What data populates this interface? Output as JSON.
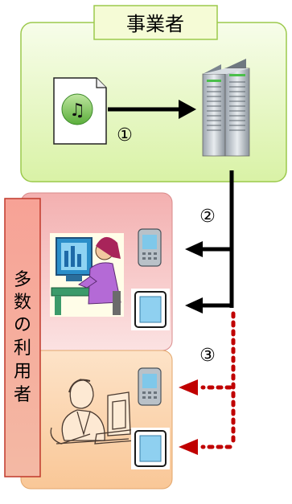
{
  "provider": {
    "label": "事業者"
  },
  "users": {
    "label_chars": [
      "多",
      "数",
      "の",
      "利",
      "用",
      "者"
    ]
  },
  "steps": {
    "step1": "①",
    "step2": "②",
    "step3": "③"
  },
  "icons": {
    "music_file": "music-file-icon",
    "server": "server-icon",
    "phone": "mobile-phone-icon",
    "tablet": "tablet-icon",
    "user_computer": "person-at-computer-icon",
    "user_business": "businessman-at-computer-icon"
  },
  "colors": {
    "provider_fill": "#eaf8c8",
    "provider_border": "#9cc94c",
    "user_top_fill": "#f6c2c2",
    "user_bottom_fill": "#fbd7b3",
    "users_label_fill": "#f49386",
    "solid_arrow": "#000000",
    "dotted_arrow": "#c00000"
  }
}
